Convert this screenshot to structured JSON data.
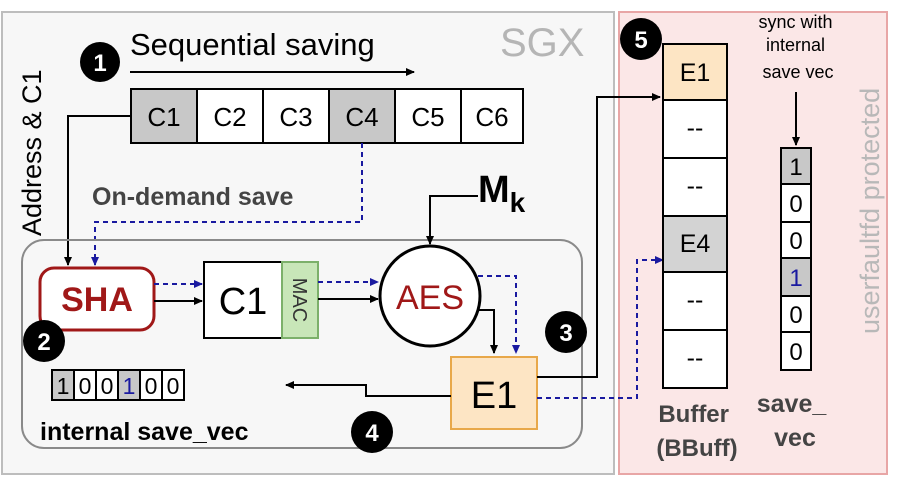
{
  "labels": {
    "sgx": "SGX",
    "userfaultfd": "userfaultfd protected",
    "address": "Address & C1",
    "sequential": "Sequential saving",
    "on_demand": "On-demand save",
    "mk_main": "M",
    "mk_sub": "k",
    "sha": "SHA",
    "c1_block": "C1",
    "mac": "MAC",
    "aes": "AES",
    "e1_block": "E1",
    "internal_vec": "internal save_vec",
    "sync_note": [
      "sync with",
      "internal",
      "save vec"
    ],
    "buffer_label": [
      "Buffer",
      "(BBuff)"
    ],
    "savevec_label": [
      "save_",
      "vec"
    ]
  },
  "steps": [
    "1",
    "2",
    "3",
    "4",
    "5"
  ],
  "chunks": [
    {
      "label": "C1",
      "shaded": true
    },
    {
      "label": "C2",
      "shaded": false
    },
    {
      "label": "C3",
      "shaded": false
    },
    {
      "label": "C4",
      "shaded": true
    },
    {
      "label": "C5",
      "shaded": false
    },
    {
      "label": "C6",
      "shaded": false
    }
  ],
  "internal_save_vec": [
    {
      "v": "1",
      "shaded": true,
      "blue": false
    },
    {
      "v": "0",
      "shaded": false,
      "blue": false
    },
    {
      "v": "0",
      "shaded": false,
      "blue": false
    },
    {
      "v": "1",
      "shaded": true,
      "blue": true
    },
    {
      "v": "0",
      "shaded": false,
      "blue": false
    },
    {
      "v": "0",
      "shaded": false,
      "blue": false
    }
  ],
  "buffer": [
    {
      "label": "E1",
      "fill": "#fde5c4"
    },
    {
      "label": "--",
      "fill": "#ffffff"
    },
    {
      "label": "--",
      "fill": "#ffffff"
    },
    {
      "label": "E4",
      "fill": "#d3d3d3"
    },
    {
      "label": "--",
      "fill": "#ffffff"
    },
    {
      "label": "--",
      "fill": "#ffffff"
    }
  ],
  "save_vec": [
    {
      "v": "1",
      "shaded": true,
      "blue": false
    },
    {
      "v": "0",
      "shaded": false,
      "blue": false
    },
    {
      "v": "0",
      "shaded": false,
      "blue": false
    },
    {
      "v": "1",
      "shaded": true,
      "blue": true
    },
    {
      "v": "0",
      "shaded": false,
      "blue": false
    },
    {
      "v": "0",
      "shaded": false,
      "blue": false
    }
  ],
  "colors": {
    "dark_red": "#a01818",
    "blue": "#1a1aa0",
    "grey_cell": "#c8c8c8",
    "orange_fill": "#fde5c4",
    "orange_stroke": "#e8a84a",
    "green_fill": "#c8e6b8",
    "green_stroke": "#7cb06a",
    "pink_fill": "#fbe7e7",
    "pink_stroke": "#e8a6a6"
  }
}
